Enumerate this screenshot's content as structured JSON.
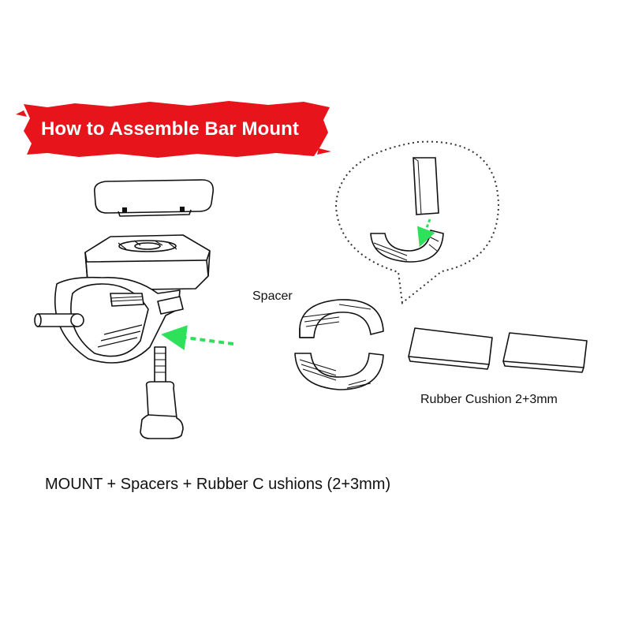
{
  "title": "How to Assemble Bar Mount",
  "labels": {
    "spacer": "Spacer",
    "rubber_cushion": "Rubber Cushion 2+3mm"
  },
  "caption": "MOUNT + Spacers + Rubber C ushions (2+3mm)",
  "colors": {
    "banner": "#e8141b",
    "arrow": "#2ee05a",
    "line": "#111111",
    "background": "#ffffff"
  }
}
